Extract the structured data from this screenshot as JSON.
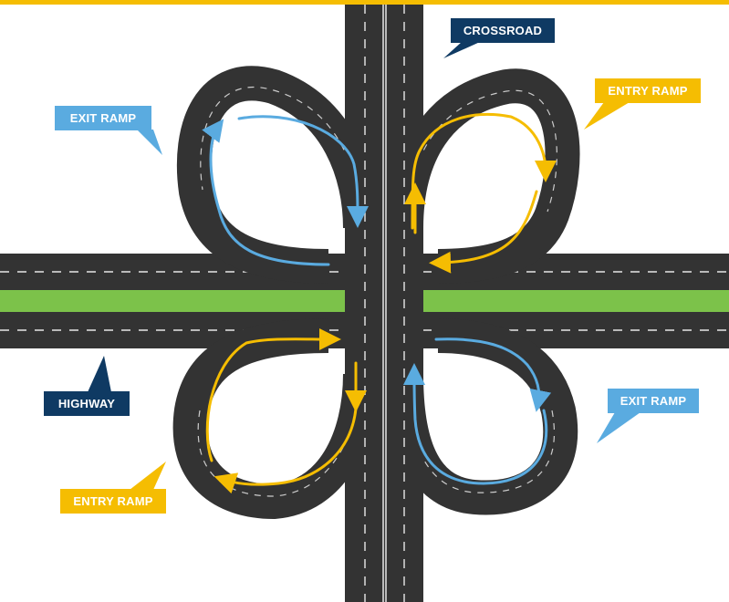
{
  "labels": {
    "crossroad": "CROSSROAD",
    "highway": "HIGHWAY",
    "exit_ramp_top_left": "EXIT RAMP",
    "entry_ramp_top_right": "ENTRY RAMP",
    "exit_ramp_bottom_right": "EXIT RAMP",
    "entry_ramp_bottom_left": "ENTRY RAMP"
  },
  "colors": {
    "top_bar": "#f5bd02",
    "asphalt": "#333333",
    "median": "#7cc24a",
    "lane_marking": "#e8e8e8",
    "exit_arrow": "#5aabe0",
    "entry_arrow": "#f5bd02",
    "callout_dark": "#0f3a63",
    "callout_blue": "#5aabe0",
    "callout_yellow": "#f5bd02"
  },
  "legend_meaning": {
    "blue": "exit",
    "yellow": "entry"
  }
}
